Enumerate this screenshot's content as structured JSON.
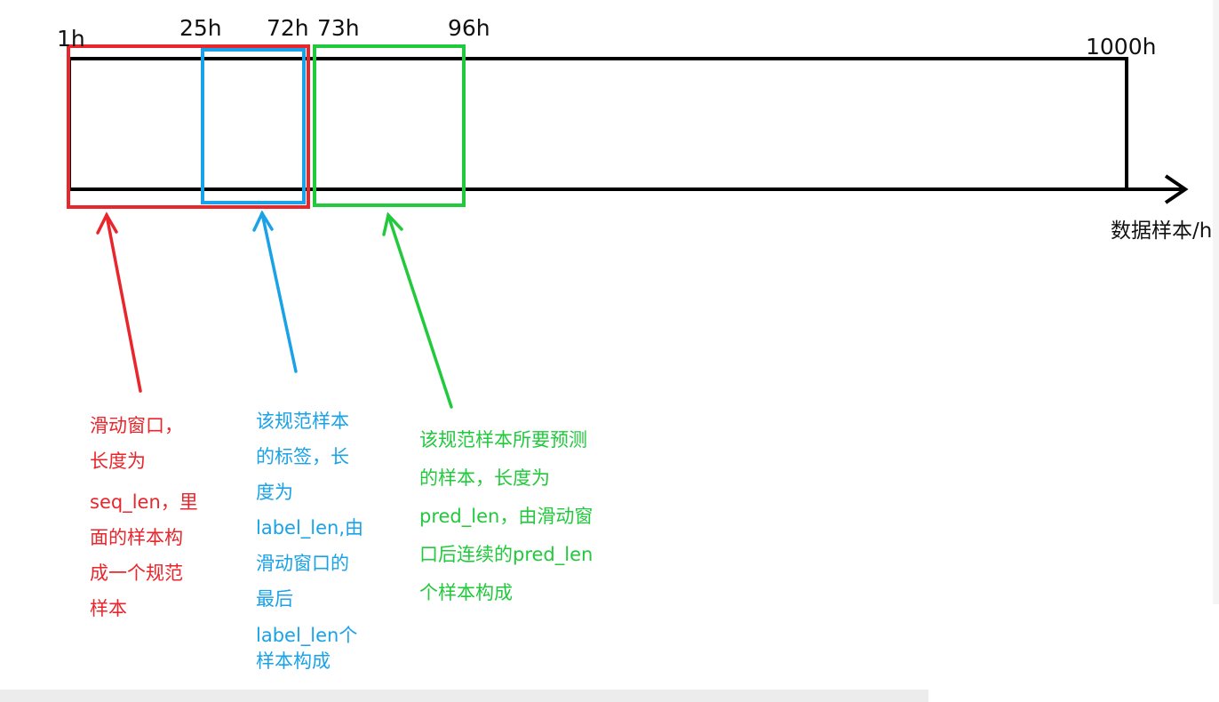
{
  "ticks": {
    "t1": "1h",
    "t25": "25h",
    "t72": "72h",
    "t73": "73h",
    "t96": "96h",
    "t1000": "1000h"
  },
  "axis_label": "数据样本/h",
  "notes": {
    "seq": {
      "color": "#e8262c",
      "lines": [
        "滑动窗口，",
        "长度为",
        "seq_len，里",
        "面的样本构",
        "成一个规范",
        "样本"
      ]
    },
    "label": {
      "color": "#1aa2e8",
      "lines": [
        "该规范样本",
        "的标签，长",
        "度为",
        "label_len,由",
        "滑动窗口的",
        "最后",
        "label_len个",
        "样本构成"
      ]
    },
    "pred": {
      "color": "#22c93c",
      "lines": [
        "该规范样本所要预测",
        "的样本，长度为",
        "pred_len，由滑动窗",
        "口后连续的pred_len",
        "个样本构成"
      ]
    }
  },
  "colors": {
    "seq_window": "#e8262c",
    "label_window": "#1aa2e8",
    "pred_window": "#22c93c",
    "axis": "#000000"
  }
}
